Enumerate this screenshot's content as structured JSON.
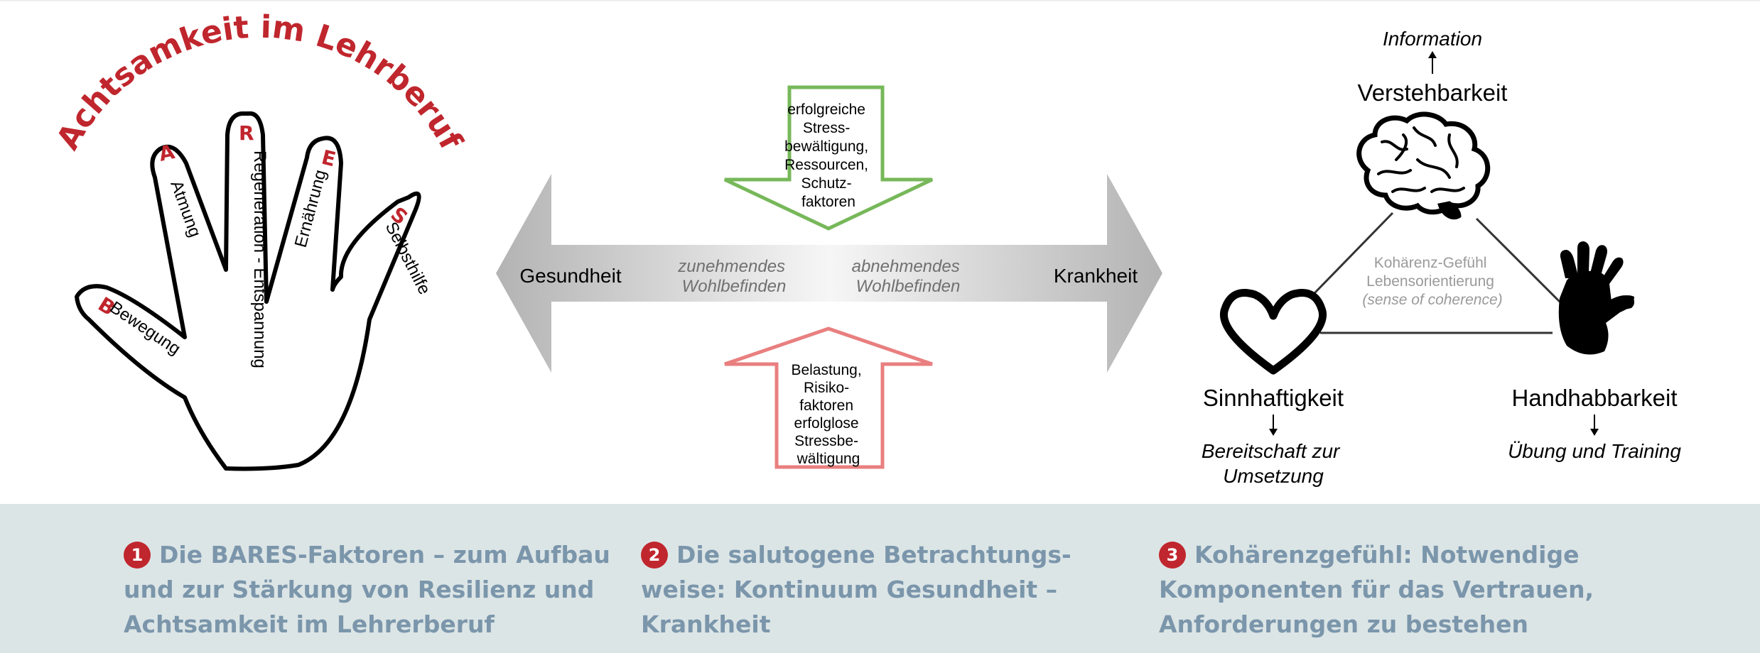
{
  "hand": {
    "title": "Achtsamkeit im Lehrberuf",
    "fingers": [
      {
        "letter": "B",
        "word": "Bewegung"
      },
      {
        "letter": "A",
        "word": "Atmung"
      },
      {
        "letter": "R",
        "word": "Regeneration - Entspannung"
      },
      {
        "letter": "E",
        "word": "Ernährung"
      },
      {
        "letter": "S",
        "word": "Selbsthilfe"
      }
    ]
  },
  "continuum": {
    "left_pole": "Gesundheit",
    "right_pole": "Krankheit",
    "left_trend": [
      "zunehmendes",
      "Wohlbefinden"
    ],
    "right_trend": [
      "abnehmendes",
      "Wohlbefinden"
    ],
    "protective_factors": [
      "erfolgreiche",
      "Stress-",
      "bewältigung,",
      "Ressourcen,",
      "Schutz-",
      "faktoren"
    ],
    "risk_factors": [
      "Belastung,",
      "Risiko-",
      "faktoren",
      "erfolglose",
      "Stressbe-",
      "wältigung"
    ]
  },
  "coherence": {
    "center": [
      "Kohärenz-Gefühl",
      "Lebensorientierung",
      "(sense of coherence)"
    ],
    "top": {
      "label": "Verstehbarkeit",
      "note": "Information"
    },
    "left": {
      "label": "Sinnhaftigkeit",
      "note": [
        "Bereitschaft zur",
        "Umsetzung"
      ]
    },
    "right": {
      "label": "Handhabbarkeit",
      "note": "Übung und Training"
    }
  },
  "captions": [
    {
      "num": "1",
      "text": "Die BARES-Faktoren – zum Aufbau und zur Stärkung von Resilienz und Achtsamkeit im Lehrerberuf"
    },
    {
      "num": "2",
      "text": "Die salutogene Betrachtungs-weise: Kontinuum Gesundheit – Krankheit"
    },
    {
      "num": "3",
      "text": "Kohärenzgefühl: Notwendige Komponenten für das Vertrauen, Anforderungen zu bestehen"
    }
  ],
  "colors": {
    "accent_red": "#c0262d",
    "green_arrow": "#77b85a",
    "pink_arrow": "#e97f7f",
    "footer_bg": "#dce5e6",
    "caption_text": "#7b96ab"
  }
}
